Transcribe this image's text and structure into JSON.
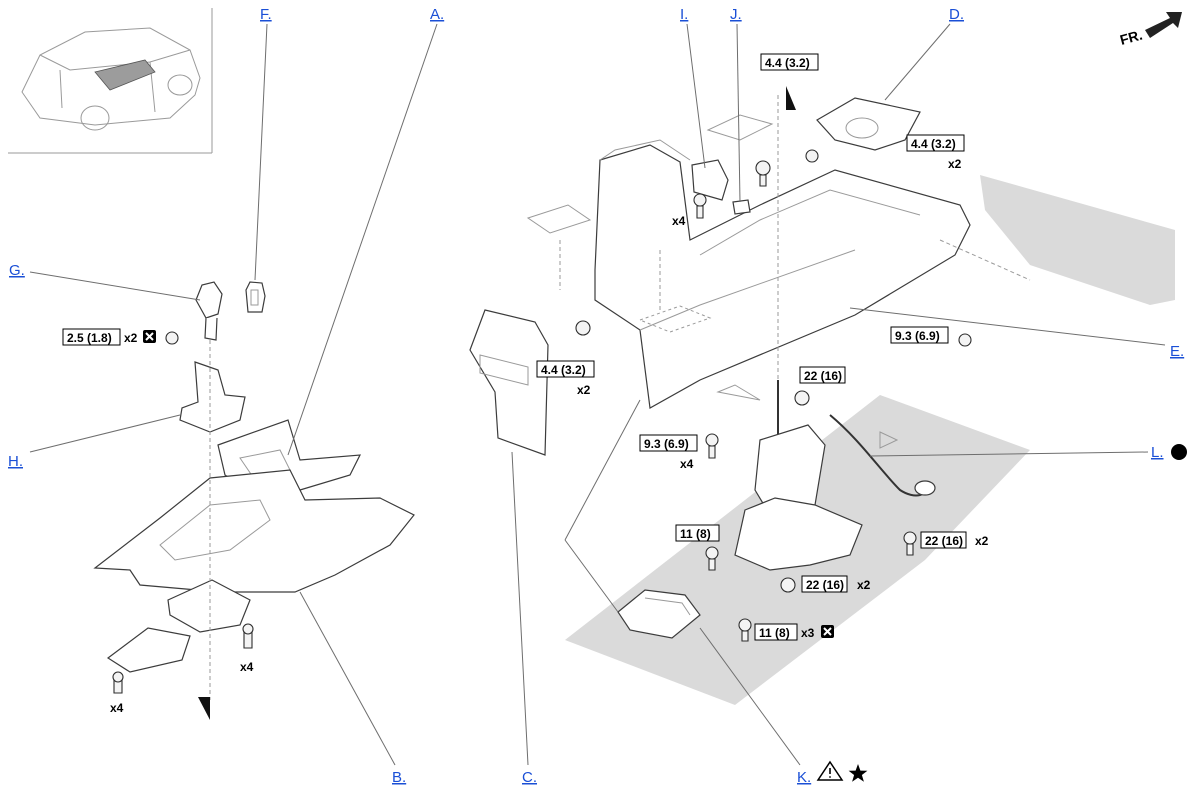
{
  "callouts": {
    "A": "A.",
    "B": "B.",
    "C": "C.",
    "D": "D.",
    "E": "E.",
    "F": "F.",
    "G": "G.",
    "H": "H.",
    "I": "I.",
    "J": "J.",
    "K": "K.",
    "L": "L."
  },
  "torques": {
    "t1": "2.5 (1.8)",
    "t2": "4.4 (3.2)",
    "t3": "4.4 (3.2)",
    "t4": "4.4 (3.2)",
    "t5": "9.3 (6.9)",
    "t6": "22 (16)",
    "t7": "9.3 (6.9)",
    "t8": "11 (8)",
    "t9": "22 (16)",
    "t10": "22 (16)",
    "t11": "11 (8)"
  },
  "quantities": {
    "q_x2_g": "x2",
    "q_x4_left1": "x4",
    "q_x4_left2": "x4",
    "q_x4_i": "x4",
    "q_x2_c": "x2",
    "q_x2_d": "x2",
    "q_x4_bolt": "x4",
    "q_x2_r1": "x2",
    "q_x2_r2": "x2",
    "q_x3": "x3"
  },
  "direction_label": "FR.",
  "symbols": {
    "k_warning": "warning-triangle",
    "k_star": "star",
    "l_dot": "filled-circle",
    "do_not_reuse": "x-box"
  },
  "colors": {
    "link": "#1a4fd6",
    "line": "#3c3c3c",
    "shade": "#dadada"
  }
}
